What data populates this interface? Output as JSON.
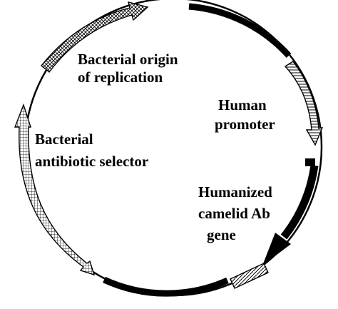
{
  "diagram": {
    "labels": {
      "origin": [
        "Bacterial origin",
        "of replication"
      ],
      "promoter": [
        "Human",
        "promoter"
      ],
      "selector": [
        "Bacterial",
        "antibiotic selector"
      ],
      "gene": [
        "Humanized",
        "camelid Ab",
        "gene"
      ]
    },
    "colors": {
      "line": "#000000",
      "background": "#ffffff"
    }
  }
}
